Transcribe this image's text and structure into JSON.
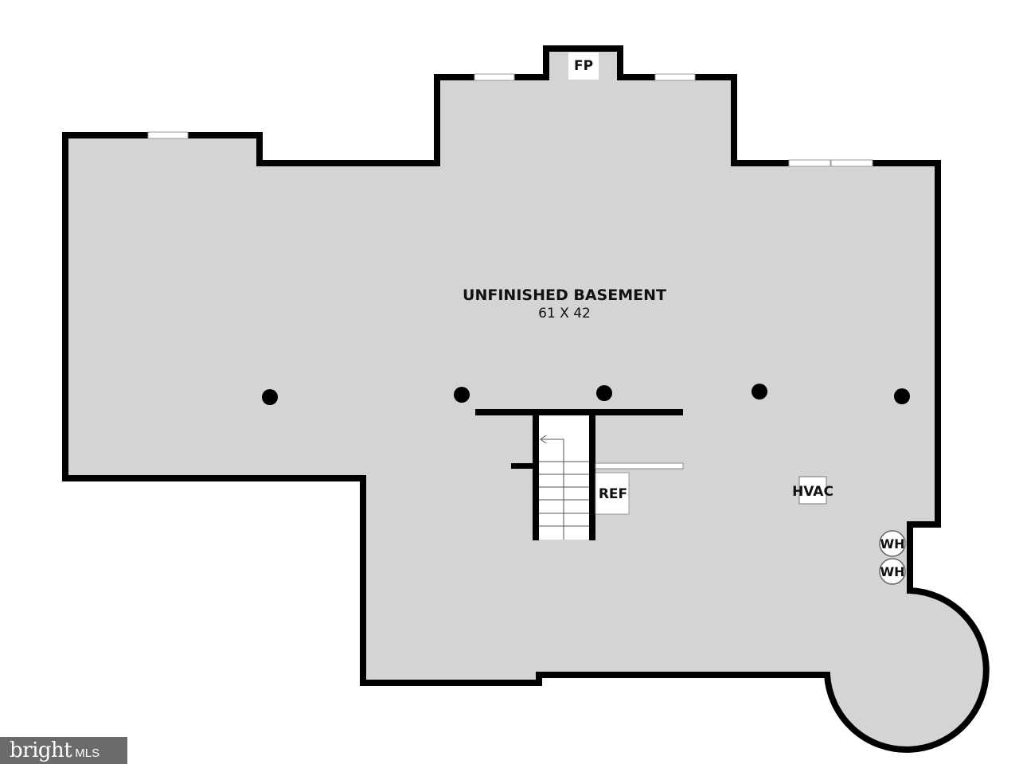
{
  "plan": {
    "room_name": "UNFINISHED BASEMENT",
    "room_dimensions": "61 X 42",
    "fireplace_label": "FP",
    "refrigerator_label": "REF",
    "hvac_label": "HVAC",
    "water_heaters": [
      "WH",
      "WH"
    ]
  },
  "colors": {
    "floor": "#d4d4d4",
    "wall": "#000000",
    "background": "#ffffff"
  },
  "watermark": {
    "brand": "bright",
    "suffix": "MLS"
  }
}
